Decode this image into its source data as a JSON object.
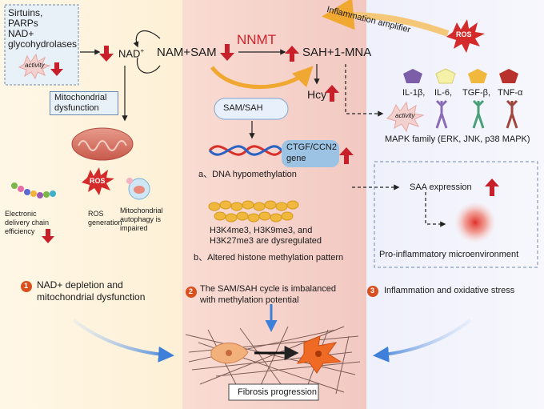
{
  "left": {
    "box_lines": [
      "Sirtuins,",
      "PARPs",
      "NAD+",
      "glycohydrolases"
    ],
    "activity": "activity",
    "nad_label": "NAD",
    "nad_sup": "+",
    "mito_dysfunction": [
      "Mitochondrial",
      "dysfunction"
    ],
    "etc": [
      "Electronic",
      "delivery chain",
      "efficiency"
    ],
    "ros_label": "ROS",
    "ros_gen": [
      "ROS",
      "generation"
    ],
    "mitophagy": [
      "Mitochondrial",
      "autophagy is",
      "impaired"
    ],
    "section_num": "1",
    "section_title": [
      "NAD+ depletion and",
      "mitochondrial dysfunction"
    ]
  },
  "middle": {
    "nam_sam": "NAM+SAM",
    "nnmt": "NNMT",
    "sah_mna": "SAH+1-MNA",
    "hcy": "Hcy",
    "sam_sah": "SAM/SAH",
    "ctgf": [
      "CTGF/CCN2",
      "gene"
    ],
    "dna_hypo": "a、DNA hypomethylation",
    "histone_marks": [
      "H3K4me3, H3K9me3, and",
      "H3K27me3 are dysregulated"
    ],
    "histone_pattern": "b、Altered histone methylation pattern",
    "section_num": "2",
    "section_title": [
      "The SAM/SAH cycle is imbalanced",
      "with methylation potential"
    ]
  },
  "right": {
    "amplifier": "Inflammation amplifier",
    "ros_label": "ROS",
    "cytokines": [
      "IL-1β,",
      "IL-6,",
      "TGF-β,",
      "TNF-α"
    ],
    "activity": "activity",
    "mapk": "MAPK family (ERK, JNK, p38 MAPK)",
    "saa": "SAA expression",
    "pro_inflam": "Pro-inflammatory microenvironment",
    "section_num": "3",
    "section_title": "Inflammation and oxidative stress"
  },
  "bottom": {
    "fibrosis": "Fibrosis progression"
  },
  "colors": {
    "up_arrow": "#c8202a",
    "nnmt": "#d2232a",
    "section_badge": "#d94f1e",
    "blue_arrow": "#3d7fd9",
    "ros_star": "#d42a2a"
  }
}
